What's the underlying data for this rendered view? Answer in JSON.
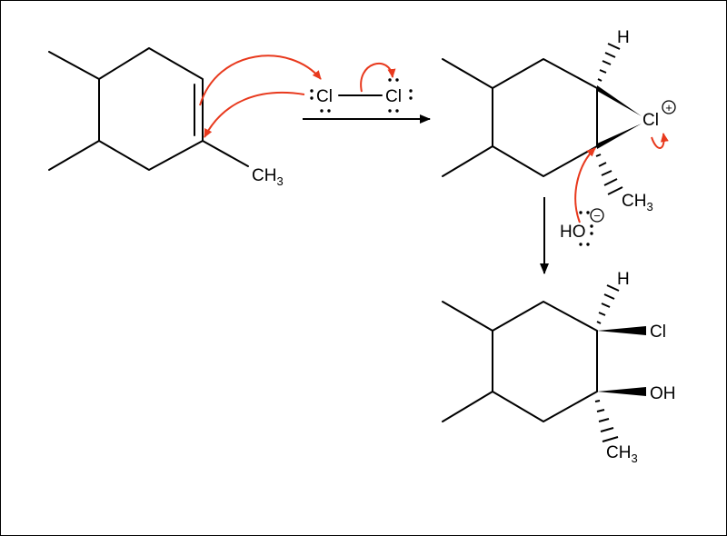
{
  "colors": {
    "curly_arrow": "#e8391d",
    "bond": "#000000",
    "background": "#ffffff"
  },
  "reagent": {
    "atom_left": "Cl",
    "atom_right": "Cl"
  },
  "reactant": {
    "methyl_label": "CH",
    "methyl_sub": "3"
  },
  "intermediate": {
    "h_label": "H",
    "chloronium_label": "Cl",
    "chloronium_charge": "+",
    "methyl_label": "CH",
    "methyl_sub": "3"
  },
  "nucleophile": {
    "label": "HO",
    "charge": "−"
  },
  "product": {
    "h_label": "H",
    "cl_label": "Cl",
    "oh_label": "OH",
    "methyl_label": "CH",
    "methyl_sub": "3"
  }
}
